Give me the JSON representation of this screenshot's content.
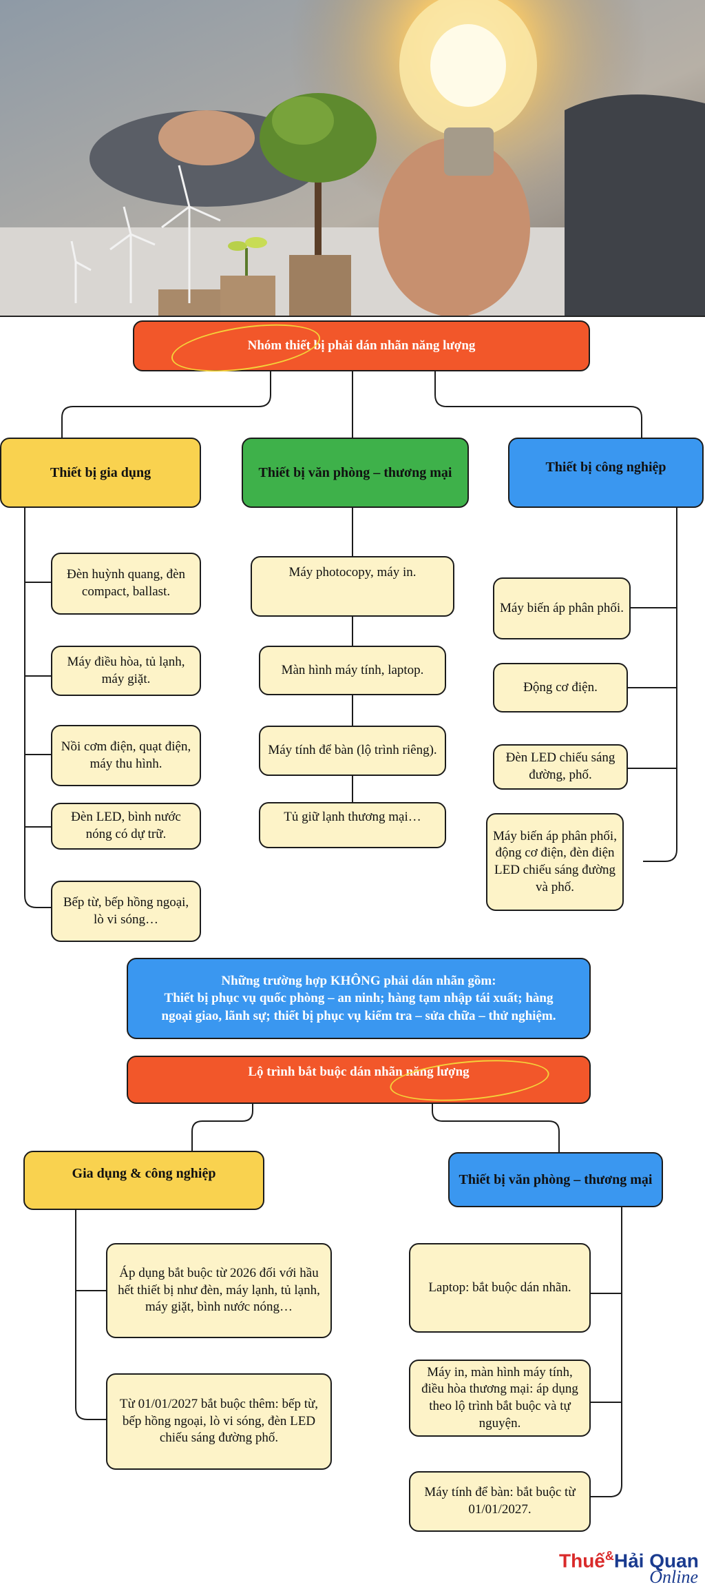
{
  "diagram1": {
    "root": "Nhóm thiết bị phải dán nhãn năng lượng",
    "groups": [
      {
        "title": "Thiết bị gia dụng",
        "items": [
          "Đèn huỳnh quang, đèn compact, ballast.",
          "Máy điều hòa, tủ lạnh, máy giặt.",
          "Nồi cơm điện, quạt điện, máy thu hình.",
          "Đèn LED, bình nước nóng có dự trữ.",
          "Bếp từ, bếp hồng ngoại, lò vi sóng…"
        ]
      },
      {
        "title": "Thiết bị văn phòng – thương mại",
        "items": [
          "Máy photocopy, máy in.",
          "Màn hình máy tính, laptop.",
          "Máy tính để bàn (lộ trình riêng).",
          "Tủ giữ lạnh thương mại…"
        ]
      },
      {
        "title": "Thiết bị công nghiệp",
        "items": [
          "Máy biến áp phân phối.",
          "Động cơ điện.",
          "Đèn LED chiếu sáng đường, phố.",
          "Máy biến áp phân phối, động cơ điện, đèn điện LED chiếu sáng đường và phố."
        ]
      }
    ]
  },
  "exclusion_note": {
    "line1": "Những trường hợp KHÔNG phải dán nhãn gồm:",
    "line2": "Thiết bị phục vụ quốc phòng – an ninh; hàng tạm nhập tái xuất; hàng",
    "line3": "ngoại giao, lãnh sự; thiết bị phục vụ kiểm tra – sửa chữa – thử nghiệm."
  },
  "diagram2": {
    "root": "Lộ trình bắt buộc dán nhãn năng lượng",
    "groups": [
      {
        "title": "Gia dụng & công nghiệp",
        "items": [
          "Áp dụng bắt buộc từ 2026 đối với hầu hết thiết bị như đèn, máy lạnh, tủ lạnh, máy giặt, bình nước nóng…",
          "Từ 01/01/2027 bắt buộc thêm: bếp từ, bếp hồng ngoại, lò vi sóng, đèn LED chiếu sáng đường phố."
        ]
      },
      {
        "title": "Thiết bị văn phòng – thương mại",
        "items": [
          "Laptop: bắt buộc dán nhãn.",
          "Máy in, màn hình máy tính, điều hòa thương mại: áp dụng theo lộ trình bắt buộc và tự nguyện.",
          "Máy tính để bàn: bắt buộc từ 01/01/2027."
        ]
      }
    ]
  },
  "logo": {
    "part1": "Thuế",
    "amp": "&",
    "part2": "Hải Quan",
    "part3": "Online"
  },
  "colors": {
    "red": "#f2572a",
    "yellow": "#f9d24f",
    "green": "#3eb14a",
    "blue": "#3a97f0",
    "cream": "#fdf3c8"
  }
}
